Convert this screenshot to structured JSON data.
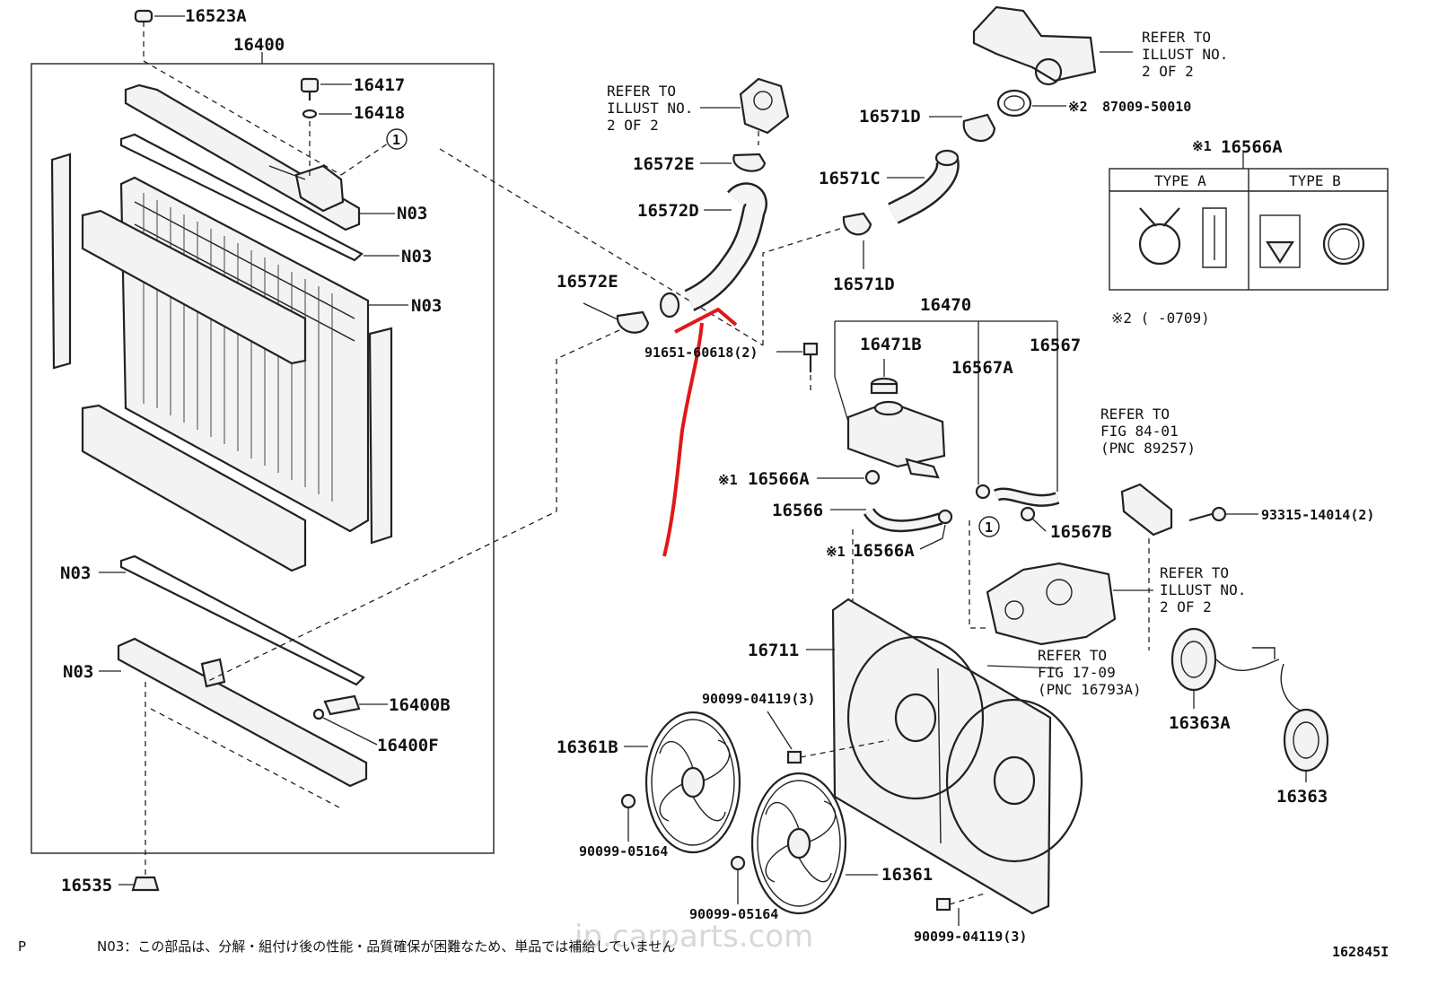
{
  "labels": {
    "p16523a": "16523A",
    "p16400": "16400",
    "p16417": "16417",
    "p16418": "16418",
    "n03_a": "N03",
    "n03_b": "N03",
    "n03_c": "N03",
    "n03_d": "N03",
    "n03_e": "N03",
    "p16400b": "16400B",
    "p16400f": "16400F",
    "p16535": "16535",
    "p16572e_top": "16572E",
    "p16572d": "16572D",
    "p16572e_side": "16572E",
    "bolt_91651": "91651-60618(2)",
    "p16571d_top": "16571D",
    "p16571c": "16571C",
    "p16571d_bot": "16571D",
    "p87009": "87009-50010",
    "p16566a_title": "16566A",
    "p16470": "16470",
    "p16471b": "16471B",
    "p16567a": "16567A",
    "p16567": "16567",
    "p16566a_1": "16566A",
    "p16566": "16566",
    "p16566a_2": "16566A",
    "p16567b": "16567B",
    "p93315": "93315-14014(2)",
    "p16711": "16711",
    "p90099_04119_a": "90099-04119(3)",
    "p16361b": "16361B",
    "p90099_05164_a": "90099-05164",
    "p90099_05164_b": "90099-05164",
    "p16361": "16361",
    "p90099_04119_b": "90099-04119(3)",
    "p16363a": "16363A",
    "p16363": "16363"
  },
  "refs": {
    "ref_thermostat": [
      "REFER TO",
      "ILLUST NO.",
      "2 OF 2"
    ],
    "ref_outlet": [
      "REFER TO",
      "ILLUST NO.",
      "2 OF 2"
    ],
    "ref_fig84": [
      "REFER TO",
      "FIG 84-01",
      "(PNC 89257)"
    ],
    "ref_pump": [
      "REFER TO",
      "ILLUST NO.",
      "2 OF 2"
    ],
    "ref_fig17": [
      "REFER TO",
      "FIG 17-09",
      "(PNC 16793A)"
    ]
  },
  "marks": {
    "kome1": "※1",
    "kome2": "※2",
    "circle_one": "1"
  },
  "clamp_table": {
    "type_a": "TYPE A",
    "type_b": "TYPE B"
  },
  "footnote_kome2": "※2 (     -0709)",
  "bottom_note": "N03：この部品は、分解・組付け後の性能・品質確保が困難なため、単品では補給していません",
  "bottom_left_mark": "P",
  "diagram_id": "162845I",
  "watermark": "jp.carparts.com",
  "annotation_color": "#e01818"
}
